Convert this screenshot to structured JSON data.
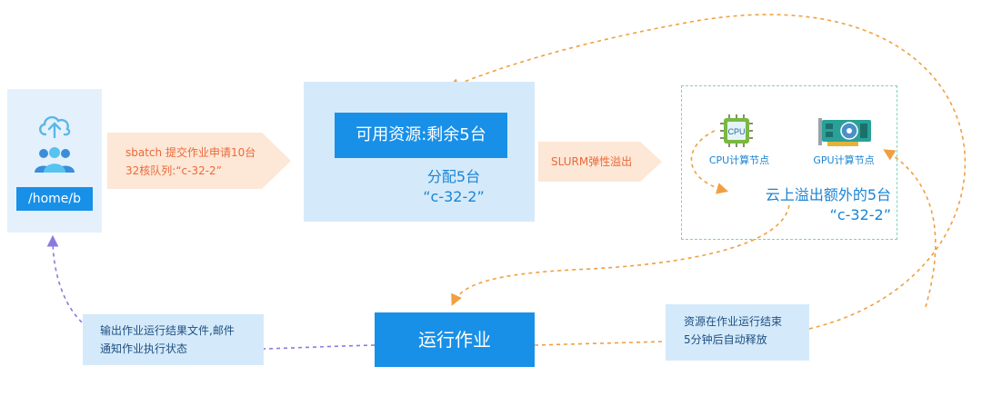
{
  "user_node": {
    "icon": "cloud-upload-icon",
    "users_icon": "users-icon",
    "path_label": "/home/b"
  },
  "submit_step": {
    "line1": "sbatch 提交作业申请10台",
    "line2": "32核队列:“c-32-2”"
  },
  "resource_node": {
    "title": "可用资源:剩余5台",
    "alloc_line1": "分配5台",
    "alloc_line2": "“c-32-2”"
  },
  "overflow_step": {
    "label": "SLURM弹性溢出"
  },
  "cloud_node": {
    "cpu_icon_text": "CPU",
    "cpu_label": "CPU计算节点",
    "gpu_label": "GPU计算节点",
    "line1": "云上溢出额外的5台",
    "line2": "“c-32-2”"
  },
  "run_node": {
    "label": "运行作业"
  },
  "output_node": {
    "line1": "输出作业运行结果文件,邮件",
    "line2": "通知作业执行状态"
  },
  "release_node": {
    "line1": "资源在作业运行结束",
    "line2": "5分钟后自动释放"
  },
  "colors": {
    "primary_blue": "#1890e8",
    "panel_blue": "#d4eafb",
    "orange_text": "#ea6a3a",
    "orange_connector": "#f0a040",
    "purple_connector": "#8a7ae0",
    "teal_border": "#7fd1bc"
  }
}
